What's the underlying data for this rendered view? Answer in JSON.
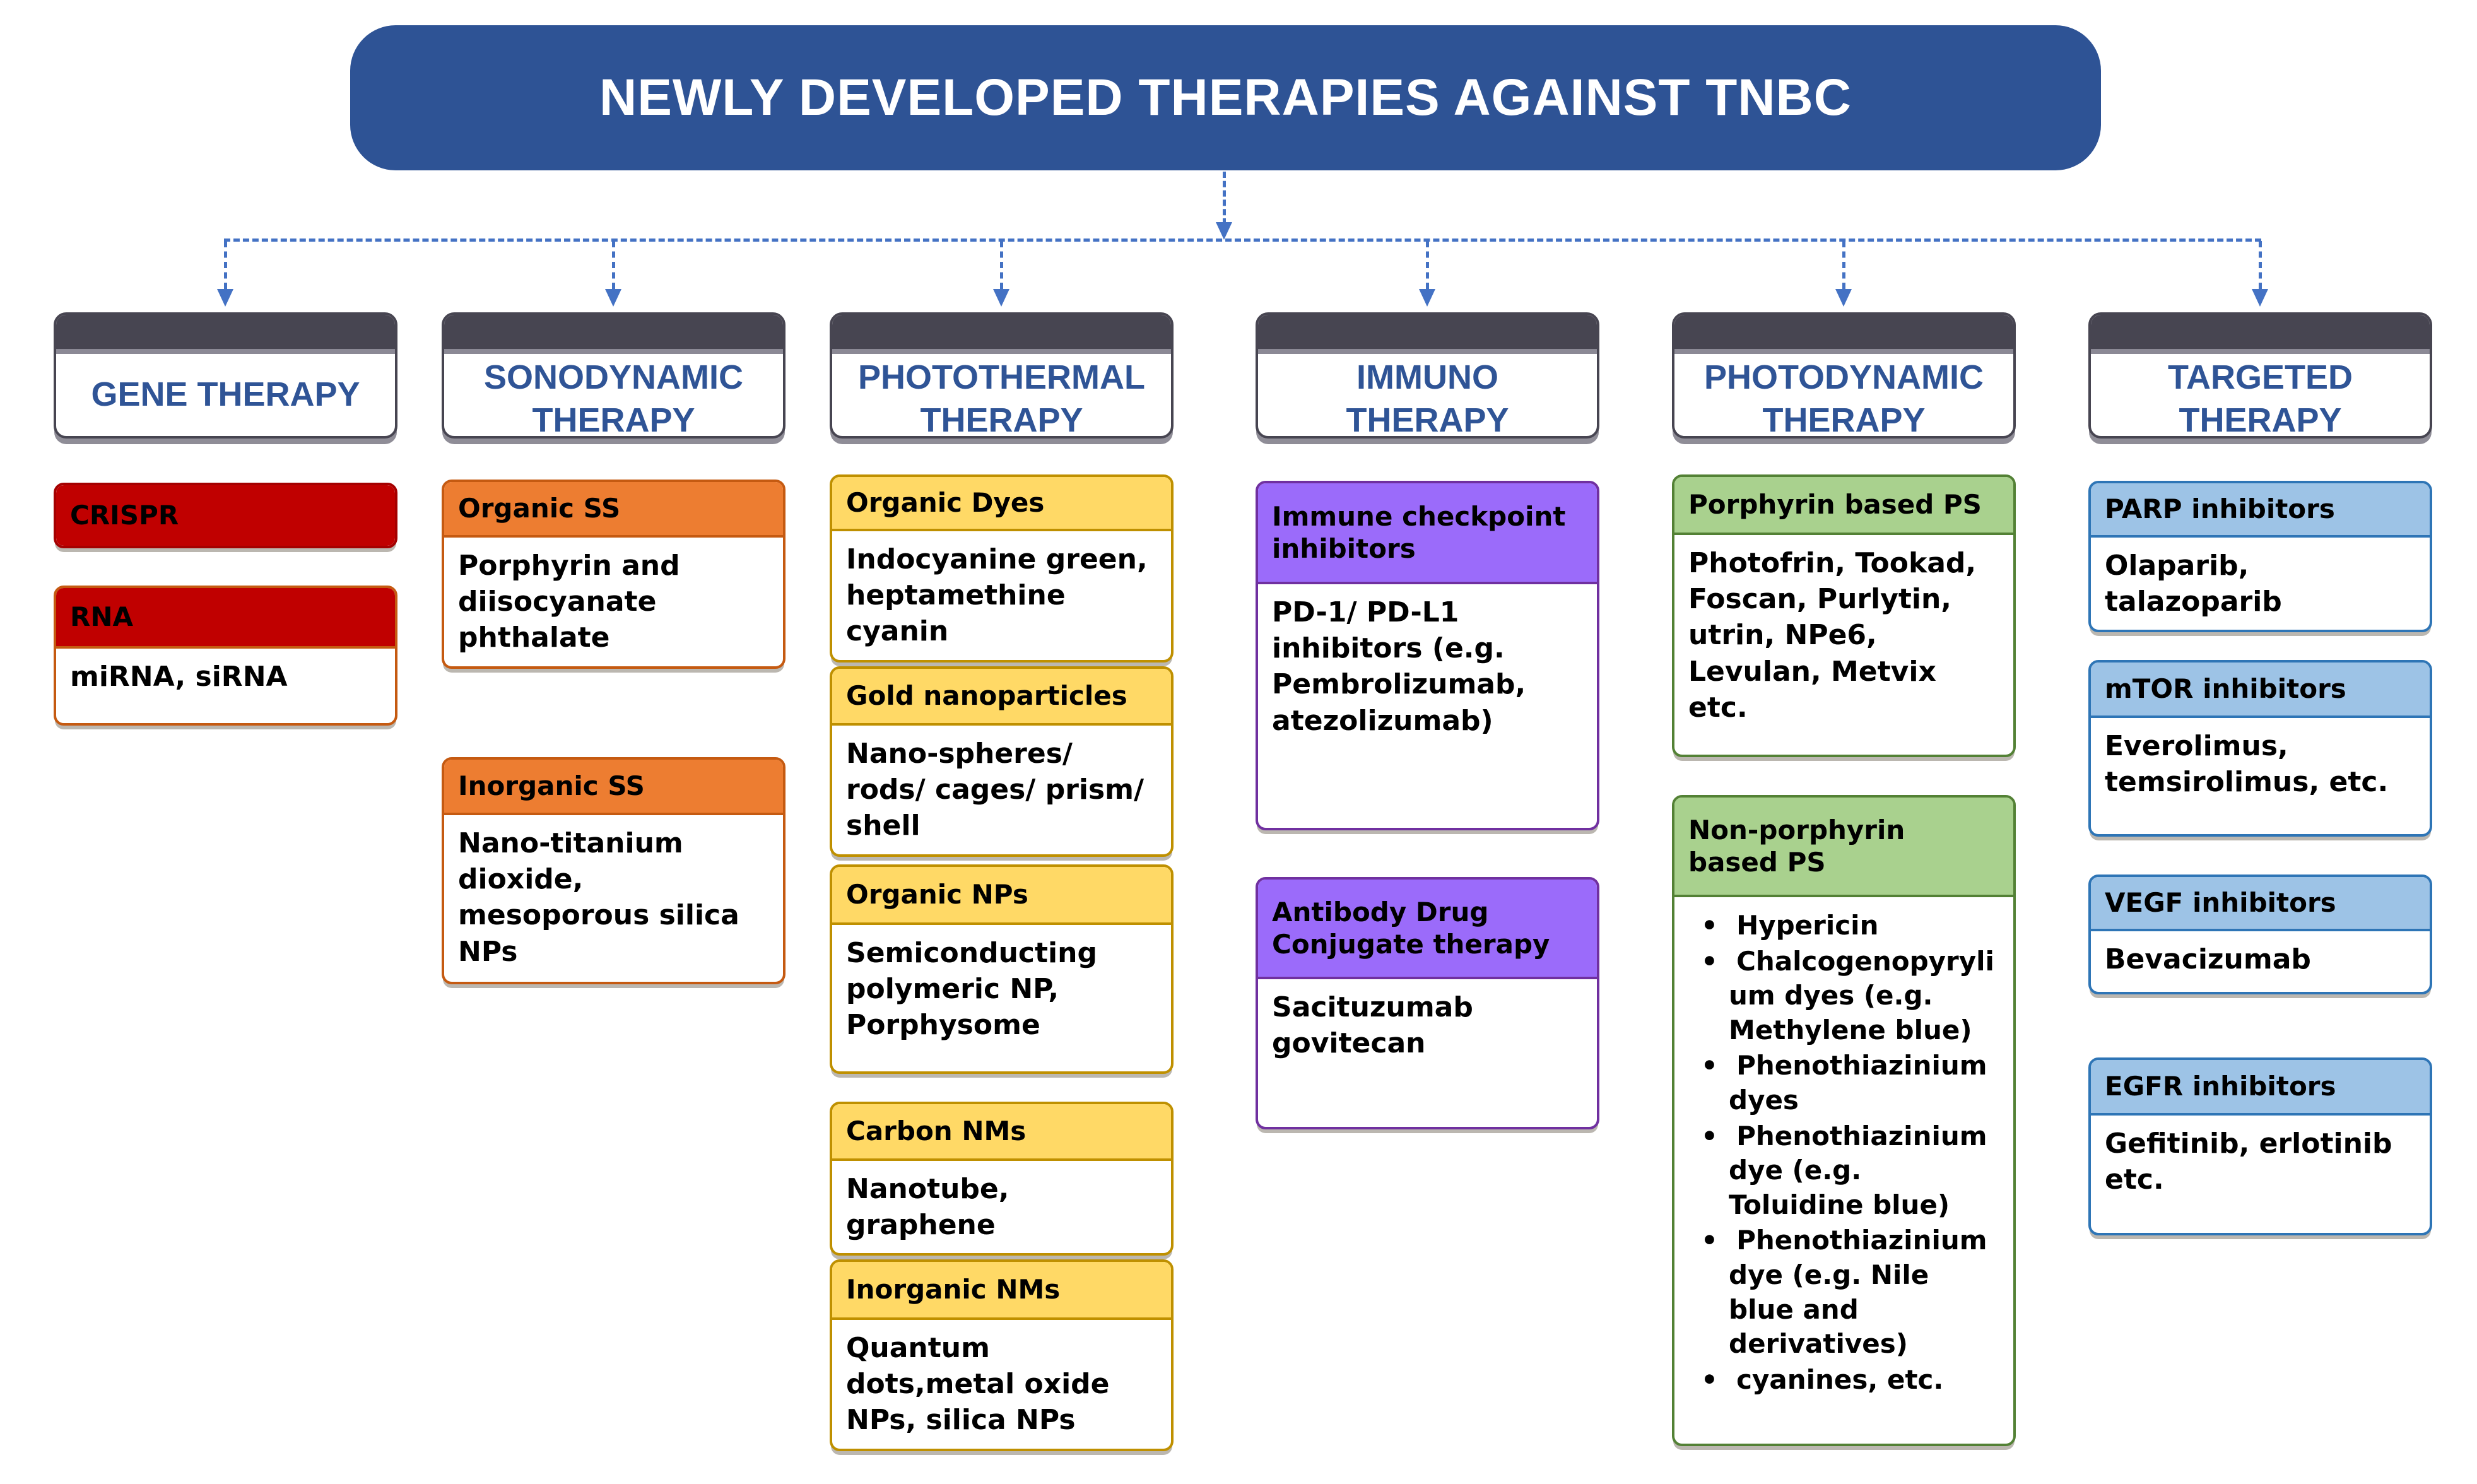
{
  "title": "NEWLY DEVELOPED THERAPIES AGAINST TNBC",
  "colors": {
    "title_bg": "#2E5395",
    "header_bar": "#474551",
    "header_text": "#2F5496",
    "connector": "#4472C4",
    "red": "#C00000",
    "orange": "#ED7D31",
    "orange_border": "#C55A11",
    "yellow": "#FFD966",
    "yellow_border": "#BF9000",
    "purple": "#9B6BFA",
    "purple_border": "#7030A0",
    "green": "#A9D18E",
    "green_border": "#538135",
    "blue": "#9DC3E6",
    "blue_border": "#2E75B6"
  },
  "columns": [
    {
      "header": "GENE THERAPY",
      "boxes": [
        {
          "label": "CRISPR"
        },
        {
          "label": "RNA",
          "body": "miRNA, siRNA"
        }
      ]
    },
    {
      "header": "SONODYNAMIC\nTHERAPY",
      "boxes": [
        {
          "label": "Organic SS",
          "body": "Porphyrin and diisocyanate phthalate"
        },
        {
          "label": "Inorganic SS",
          "body": "Nano-titanium dioxide, mesoporous silica NPs"
        }
      ]
    },
    {
      "header": "PHOTOTHERMAL\nTHERAPY",
      "boxes": [
        {
          "label": "Organic Dyes",
          "body": "Indocyanine green, heptamethine cyanin"
        },
        {
          "label": "Gold nanoparticles",
          "body": "Nano-spheres/ rods/ cages/ prism/ shell"
        },
        {
          "label": "Organic NPs",
          "body": "Semiconducting polymeric NP, Porphysome"
        },
        {
          "label": "Carbon NMs",
          "body": "Nanotube, graphene"
        },
        {
          "label": "Inorganic NMs",
          "body": "Quantum dots,metal oxide NPs, silica NPs"
        }
      ]
    },
    {
      "header": "IMMUNO\nTHERAPY",
      "boxes": [
        {
          "label": "Immune checkpoint inhibitors",
          "body": "PD-1/ PD-L1 inhibitors (e.g. Pembrolizumab, atezolizumab)"
        },
        {
          "label": "Antibody Drug Conjugate therapy",
          "body": "Sacituzumab govitecan"
        }
      ]
    },
    {
      "header": "PHOTODYNAMIC\nTHERAPY",
      "boxes": [
        {
          "label": "Porphyrin based PS",
          "body": "Photofrin, Tookad, Foscan, Purlytin, utrin, NPe6, Levulan, Metvix etc."
        },
        {
          "label": "Non-porphyrin based PS",
          "bullets": [
            "Hypericin",
            "Chalcogenopyrylium dyes (e.g. Methylene blue)",
            "Phenothiazinium dyes",
            "Phenothiazinium dye (e.g. Toluidine blue)",
            "Phenothiazinium dye (e.g. Nile blue and derivatives)",
            "cyanines, etc."
          ]
        }
      ]
    },
    {
      "header": "TARGETED\nTHERAPY",
      "boxes": [
        {
          "label": "PARP inhibitors",
          "body": "Olaparib, talazoparib"
        },
        {
          "label": "mTOR inhibitors",
          "body": "Everolimus, temsirolimus,  etc."
        },
        {
          "label": "VEGF inhibitors",
          "body": "Bevacizumab"
        },
        {
          "label": "EGFR inhibitors",
          "body": "Gefitinib, erlotinib etc."
        }
      ]
    }
  ]
}
